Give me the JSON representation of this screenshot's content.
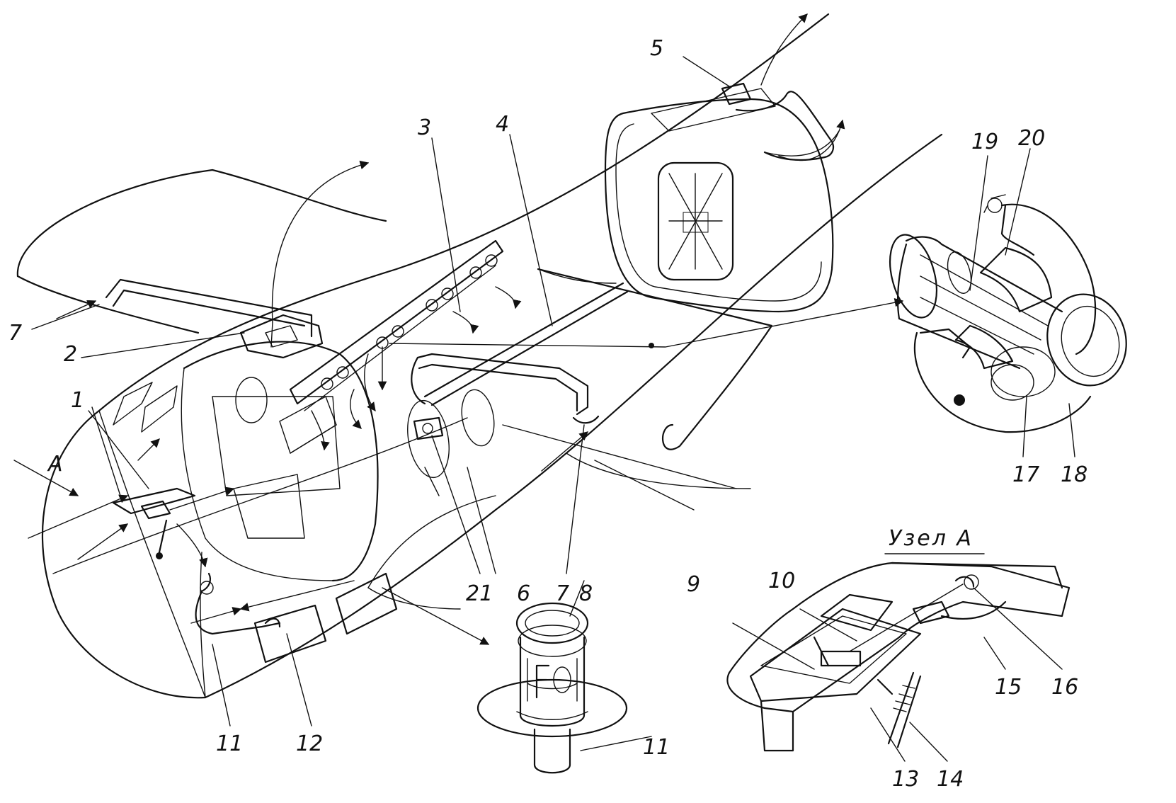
{
  "labels": {
    "l1": "1",
    "l2": "2",
    "l3": "3",
    "l4": "4",
    "l5": "5",
    "l6": "6",
    "l7a": "7",
    "l7b": "7",
    "l8": "8",
    "l9": "9",
    "l10": "10",
    "l11a": "11",
    "l11b": "11",
    "l12": "12",
    "l13": "13",
    "l14": "14",
    "l15": "15",
    "l16": "16",
    "l17": "17",
    "l18": "18",
    "l19": "19",
    "l20": "20",
    "l21": "21",
    "lA": "A"
  },
  "detail_title": "Узел А",
  "ink_color": "#111111",
  "paper_color": "#ffffff"
}
